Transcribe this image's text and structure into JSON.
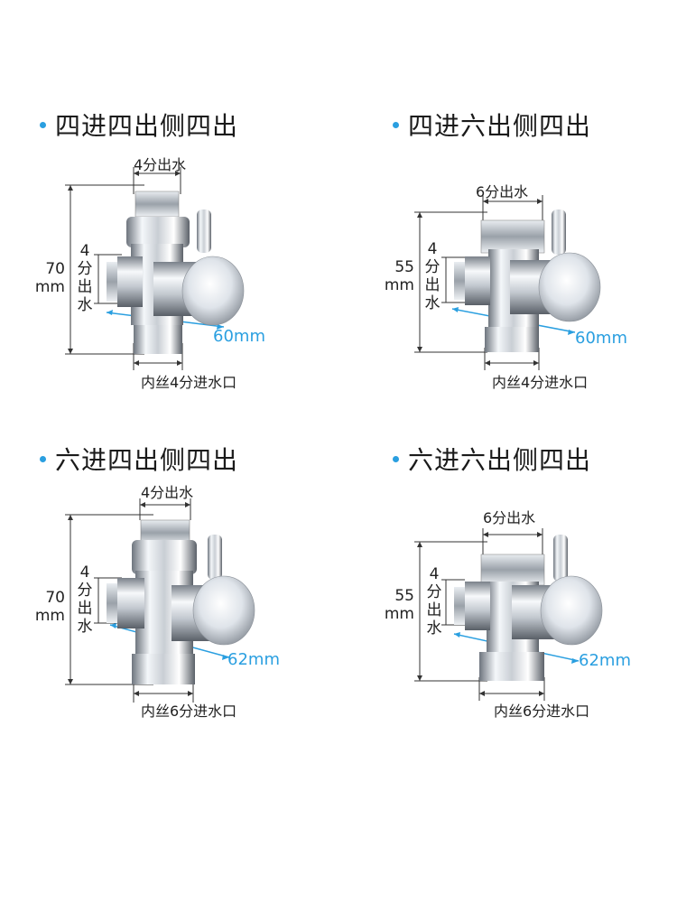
{
  "colors": {
    "accent": "#2a9fe0",
    "chrome_light": "#f2f5f8",
    "chrome_dark": "#5f6670"
  },
  "panels": [
    {
      "title": "四进四出侧四出",
      "top_label": "4分出水",
      "side_label": [
        "4",
        "分",
        "出",
        "水"
      ],
      "height_value": "70",
      "height_unit": "mm",
      "depth_label": "60mm",
      "bottom_label": "内丝4分进水口"
    },
    {
      "title": "四进六出侧四出",
      "top_label": "6分出水",
      "side_label": [
        "4",
        "分",
        "出",
        "水"
      ],
      "height_value": "55",
      "height_unit": "mm",
      "depth_label": "60mm",
      "bottom_label": "内丝4分进水口"
    },
    {
      "title": "六进四出侧四出",
      "top_label": "4分出水",
      "side_label": [
        "4",
        "分",
        "出",
        "水"
      ],
      "height_value": "70",
      "height_unit": "mm",
      "depth_label": "62mm",
      "bottom_label": "内丝6分进水口"
    },
    {
      "title": "六进六出侧四出",
      "top_label": "6分出水",
      "side_label": [
        "4",
        "分",
        "出",
        "水"
      ],
      "height_value": "55",
      "height_unit": "mm",
      "depth_label": "62mm",
      "bottom_label": "内丝6分进水口"
    }
  ]
}
